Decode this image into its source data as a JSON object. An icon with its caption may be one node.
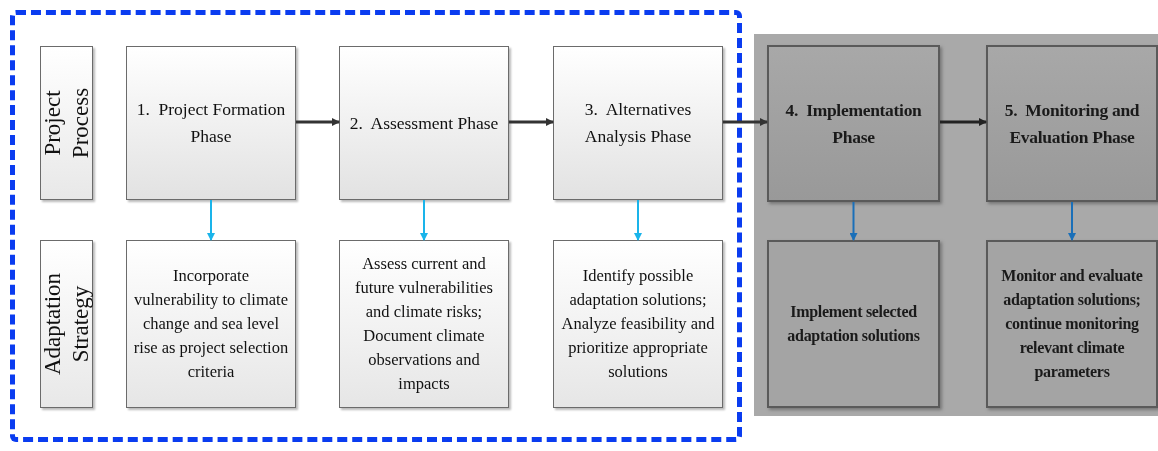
{
  "diagram": {
    "nodes": [
      {
        "text": [],
        "shape": "box"
      },
      {
        "text": [
          "Project Process"
        ],
        "in": 0
      },
      {
        "text": [
          "1.  Project Formation Phase"
        ],
        "in": 0
      },
      {
        "text": [
          "2.  Assessment Phase"
        ],
        "in": 0
      },
      {
        "text": [
          "3.  Alternatives Analysis Phase"
        ],
        "in": 0
      },
      {
        "text": [
          "Adaptation Strategy"
        ],
        "in": 0
      },
      {
        "text": [
          "Incorporate vulnerability to climate change and sea level rise as project selection criteria"
        ],
        "in": 0
      },
      {
        "text": [
          "Assess current and future vulnerabilities and climate risks; Document climate observations and impacts"
        ],
        "in": 0
      },
      {
        "text": [
          "Identify possible adaptation solutions; Analyze feasibility and prioritize appropriate solutions"
        ],
        "in": 0
      },
      {
        "text": [],
        "shape": "box"
      },
      {
        "text": [
          "4.  Implementation Phase"
        ],
        "in": 9
      },
      {
        "text": [
          "5.  Monitoring and Evaluation Phase"
        ],
        "in": 9
      },
      {
        "text": [
          "Implement selected adaptation solutions"
        ],
        "in": 9
      },
      {
        "text": [
          "Monitor and evaluate adaptation solutions; continue monitoring relevant climate parameters"
        ],
        "in": 9
      }
    ],
    "edges": [
      {
        "from": 2,
        "to": 3,
        "arrow": "to",
        "color": "#333333"
      },
      {
        "from": 3,
        "to": 4,
        "arrow": "to",
        "color": "#333333"
      },
      {
        "from": 4,
        "to": 10,
        "arrow": "to",
        "color": "#333333"
      },
      {
        "from": 10,
        "to": 11,
        "arrow": "to",
        "color": "#222222"
      },
      {
        "from": 2,
        "to": 6,
        "arrow": "to",
        "color": "#1ab4ea"
      },
      {
        "from": 3,
        "to": 7,
        "arrow": "to",
        "color": "#1ab4ea"
      },
      {
        "from": 4,
        "to": 8,
        "arrow": "to",
        "color": "#1ab4ea"
      },
      {
        "from": 10,
        "to": 12,
        "arrow": "to",
        "color": "#1a6fb8"
      },
      {
        "from": 11,
        "to": 13,
        "arrow": "to",
        "color": "#1a6fb8"
      }
    ]
  }
}
